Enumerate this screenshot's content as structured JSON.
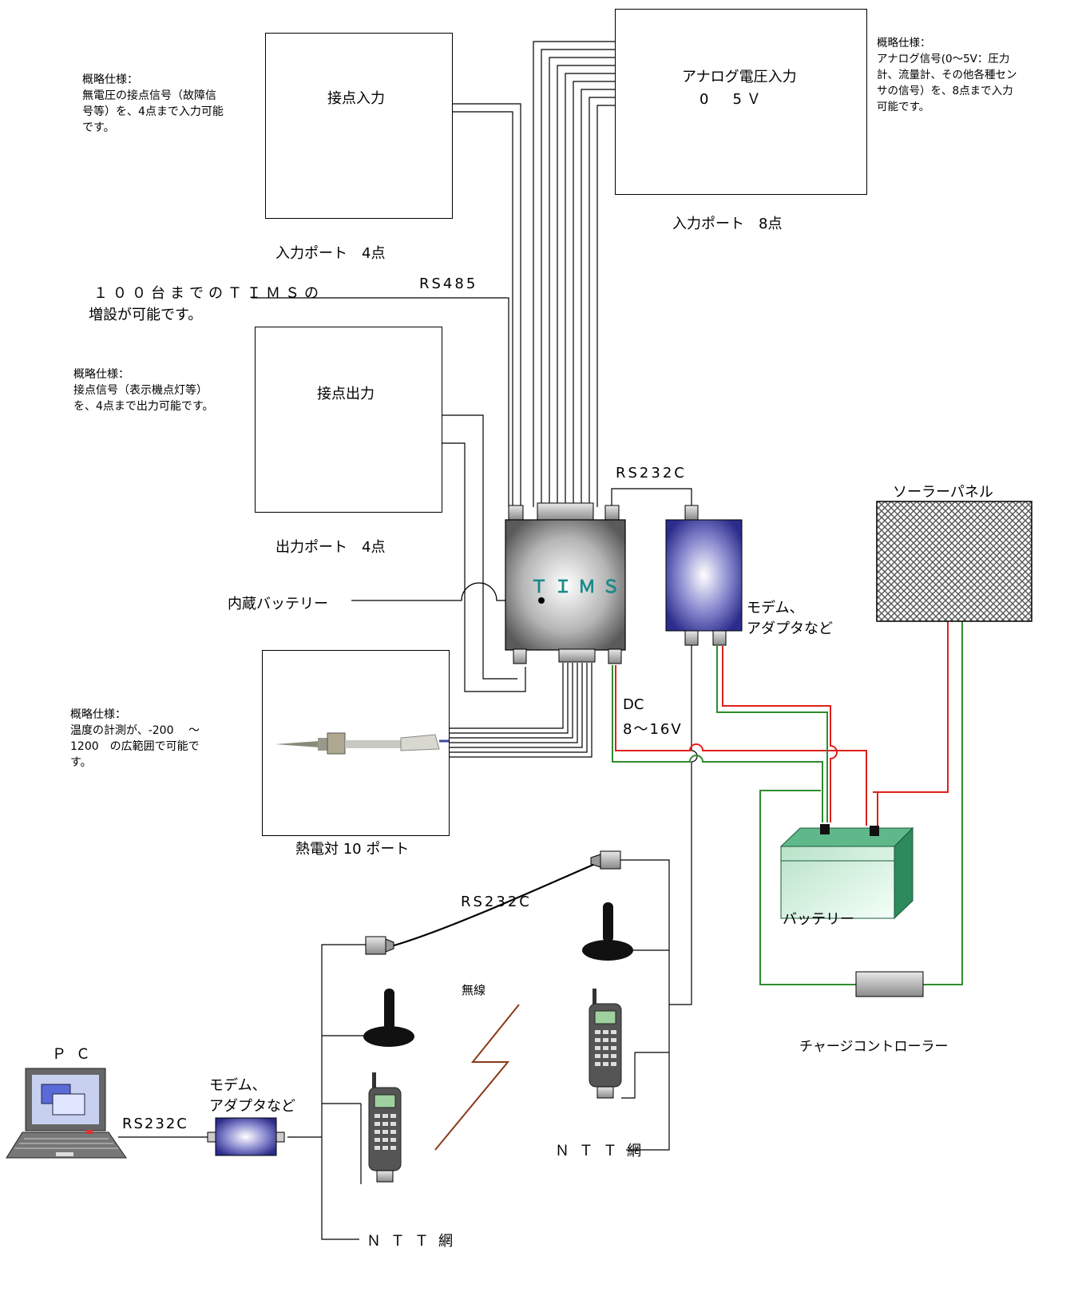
{
  "contact_input": {
    "title": "接点入力",
    "caption": "入力ポート　4点",
    "spec": "概略仕様：\n無電圧の接点信号（故障信\n号等）を、4点まで入力可能\nです。"
  },
  "analog_input": {
    "title_line1": "アナログ電圧入力",
    "title_line2": "0　5Ｖ",
    "caption": "入力ポート　8点",
    "spec": "概略仕様：\nアナログ信号(0～5V：圧力\n計、流量計、その他各種セン\nサの信号）を、8点まで入力\n可能です。"
  },
  "contact_output": {
    "title": "接点出力",
    "caption": "出力ポート　4点",
    "spec": "概略仕様：\n接点信号（表示機点灯等）\nを、4点まで出力可能です。"
  },
  "expansion": {
    "line1": "１００台までのＴＩＭＳの",
    "line2": "増設が可能です。",
    "bus": "RS485"
  },
  "tims": {
    "label": "ＴＩＭＳ"
  },
  "internal_battery": {
    "label": "内蔵バッテリー"
  },
  "thermocouple": {
    "caption": "熱電対 10 ポート",
    "spec": "概略仕様：\n温度の計測が、-200　 ～\n1200　の広範囲で可能で\nす。"
  },
  "link_top": {
    "label": "RS232C"
  },
  "modem_right": {
    "line1": "モデム、",
    "line2": "アダプタなど"
  },
  "dc_label": {
    "line1": "DC",
    "line2": "8～16V"
  },
  "solar": {
    "label": "ソーラーパネル"
  },
  "battery": {
    "label": "バッテリー"
  },
  "charge_controller": {
    "label": "チャージコントローラー"
  },
  "remote": {
    "rs232c_upper": "RS232C",
    "wireless": "無線",
    "ntt_right": "ＮＴＴ網",
    "ntt_bottom": "ＮＴＴ網",
    "pc": "ＰＣ",
    "rs232c_pc": "RS232C",
    "modem_left_line1": "モデム、",
    "modem_left_line2": "アダプタなど"
  },
  "colors": {
    "red_wire": "#e0201a",
    "green_wire": "#2e8b2e",
    "tims_text": "#1a8a8a",
    "modem_blue": "#2c2c8c",
    "battery_green": "#3a9a6a",
    "bolt": "#8b3a1a"
  },
  "icons": [
    "laptop-icon",
    "antenna-icon",
    "cellphone-icon",
    "connector-icon",
    "thermocouple-probe-icon",
    "solar-panel-icon",
    "battery-icon"
  ]
}
